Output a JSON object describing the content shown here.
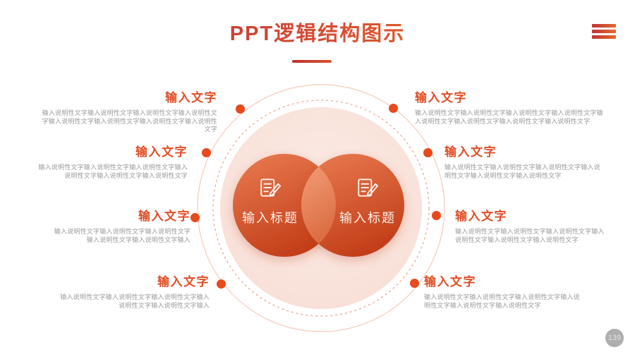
{
  "slide": {
    "title": "PPT逻辑结构图示",
    "page_number": "139"
  },
  "icons": {
    "menu": "hamburger-icon",
    "venn_circle_icon": "note-pencil-icon"
  },
  "colors": {
    "title_gradient_start": "#C23138",
    "title_gradient_end": "#E9662C",
    "heading_accent": "#E14E26",
    "dot": "#E8491D",
    "desc_gray": "#9B9B9B",
    "pale_circle": "#F8DED5",
    "venn_light": "#E8794F",
    "venn_dark": "#C23E18",
    "badge_bg": "#AEAEAE"
  },
  "venn": {
    "left_title": "输入标题",
    "right_title": "输入标题"
  },
  "blocks": {
    "left": [
      {
        "heading": "输入文字",
        "desc": "输入说明性文字输入说明性文字输入说明性文字输入说明性文字输入说明性文字输入说明性文字输入说明性文字输入说明性文字"
      },
      {
        "heading": "输入文字",
        "desc": "输入说明性文字输入说明性文字输入说明性文字输入说明性文字输入说明性文字输入说明性文字"
      },
      {
        "heading": "输入文字",
        "desc": "输入说明性文字输入说明性文字输入说明性文字输入说明性文字输入说明性文字输入"
      },
      {
        "heading": "输入文字",
        "desc": "输入说明性文字输入说明性文字输入说明性文字输入说明性文字输入说明性文字输入"
      }
    ],
    "right": [
      {
        "heading": "输入文字",
        "desc": "输入说明性文字输入说明性文字输入说明性文字输入说明性文字输入说明性文字输入说明性文字输入说明性文字输入说明性文字"
      },
      {
        "heading": "输入文字",
        "desc": "输入说明性文字输入说明性文字输入说明性文字输入说明性文字输入说明性文字输入说明性文字"
      },
      {
        "heading": "输入文字",
        "desc": "输入说明性文字输入说明性文字输入说明性文字输入说明性文字输入说明性文字输入说明性文字"
      },
      {
        "heading": "输入文字",
        "desc": "输入说明性文字输入说明性文字输入说明性文字输入说明性文字输入说明性文字输入说明性文字"
      }
    ]
  }
}
